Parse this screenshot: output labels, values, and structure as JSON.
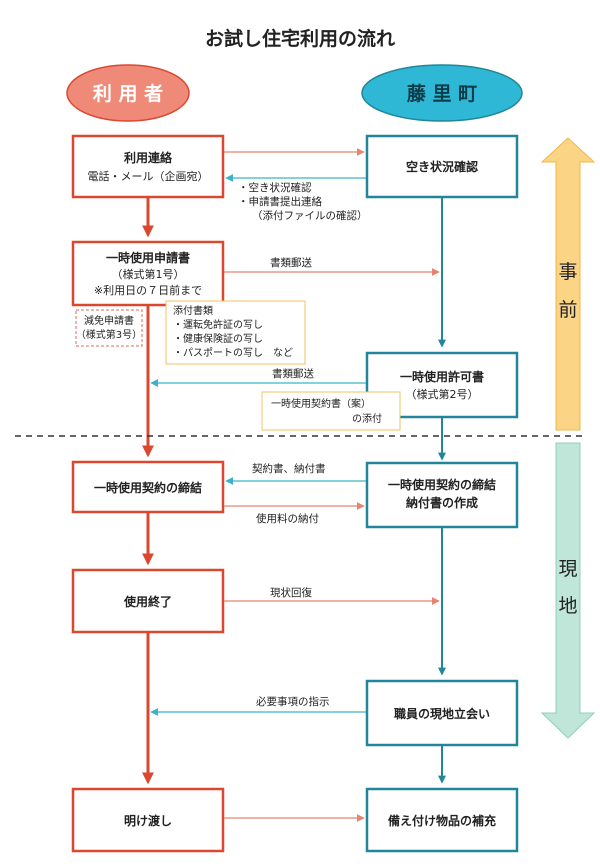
{
  "title": "お試し住宅利用の流れ",
  "lanes": {
    "user": "利 用 者",
    "town": "藤 里 町"
  },
  "phases": {
    "before": [
      "事",
      "前"
    ],
    "onsite": [
      "現",
      "地"
    ]
  },
  "user_boxes": {
    "contact": [
      "利用連絡",
      "電話・メール（企画宛）"
    ],
    "application": [
      "一時使用申請書",
      "（様式第1号）",
      "※利用日の７日前まで"
    ],
    "contract": [
      "一時使用契約の締結"
    ],
    "end": [
      "使用終了"
    ],
    "handover": [
      "明け渡し"
    ]
  },
  "town_boxes": {
    "check": [
      "空き状況確認"
    ],
    "permit": [
      "一時使用許可書",
      "（様式第2号）"
    ],
    "contract": [
      "一時使用契約の締結",
      "納付書の作成"
    ],
    "inspection": [
      "職員の現地立会い"
    ],
    "replenish": [
      "備え付け物品の補充"
    ]
  },
  "notes": {
    "reduction": [
      "減免申請書",
      "（様式第3号）"
    ],
    "attachments": [
      "添付書類",
      "・運転免許証の写し",
      "・健康保険証の写し",
      "・パスポートの写し　など"
    ],
    "contract_draft": [
      "一時使用契約書（案）",
      "の添付"
    ]
  },
  "arrow_labels": {
    "availability": [
      "・空き状況確認",
      "・申請書提出連絡",
      "（添付ファイルの確認）"
    ],
    "mail1": "書類郵送",
    "mail2": "書類郵送",
    "contract_docs": "契約書、納付書",
    "fee_payment": "使用料の納付",
    "restoration": "現状回復",
    "instruction": "必要事項の指示"
  },
  "colors": {
    "user_red": "#d9482f",
    "user_oval": "#f08a78",
    "town_teal": "#22869a",
    "town_oval": "#2fb8d6",
    "arrow_red": "#e8836f",
    "arrow_teal": "#3ab3c8",
    "phase_before": "#fbd585",
    "phase_onsite": "#bfe6d9",
    "note_border": "#f0c060"
  }
}
